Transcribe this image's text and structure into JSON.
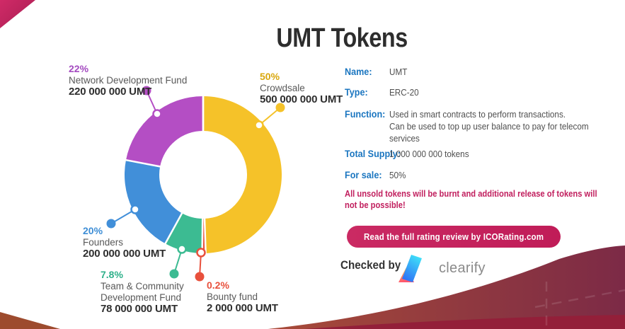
{
  "title": "UMT Tokens",
  "chart_data": {
    "type": "pie",
    "donut": true,
    "unit": "UMT",
    "total": "1 000 000 000",
    "slices": [
      {
        "label": "Crowdsale",
        "value": 50,
        "percent_label": "50%",
        "amount": "500 000 000 UMT",
        "color": "#F5C229",
        "label_color": "#D9A70D"
      },
      {
        "label": "Bounty fund",
        "value": 0.2,
        "percent_label": "0.2%",
        "amount": "2 000 000 UMT",
        "color": "#E8503C",
        "label_color": "#E8503C"
      },
      {
        "label": "Team & Community Development Fund",
        "value": 7.8,
        "percent_label": "7.8%",
        "amount": "78 000 000 UMT",
        "color": "#3CBB92",
        "label_color": "#2EB08A"
      },
      {
        "label": "Founders",
        "value": 20,
        "percent_label": "20%",
        "amount": "200 000 000 UMT",
        "color": "#418FD9",
        "label_color": "#3E8ED6"
      },
      {
        "label": "Network Development Fund",
        "value": 22,
        "percent_label": "22%",
        "amount": "220 000 000 UMT",
        "color": "#B44EC4",
        "label_color": "#A44BC0"
      }
    ]
  },
  "info": {
    "rows": [
      {
        "label": "Name:",
        "value": "UMT"
      },
      {
        "label": "Type:",
        "value": "ERC-20"
      },
      {
        "label": "Function:",
        "value": "Used in smart contracts to perform transactions.\nCan be used to top up user balance to pay for telecom\nservices"
      },
      {
        "label": "Total Supply:",
        "value": "1 000 000 000 tokens"
      },
      {
        "label": "For sale:",
        "value": "50%"
      }
    ],
    "warning": "All unsold tokens will be burnt and additional release of tokens will\nnot be possible!",
    "button_label": "Read the full rating review by ICORating.com",
    "checked_by_label": "Checked by",
    "checker_name": "clearify"
  },
  "colors": {
    "accent_crimson": "#C01C58",
    "info_label_blue": "#1B76C0",
    "wave_maroon": "#7C2A46",
    "wave_brown": "#9D4B2E",
    "wave_strip": "#931F39"
  }
}
